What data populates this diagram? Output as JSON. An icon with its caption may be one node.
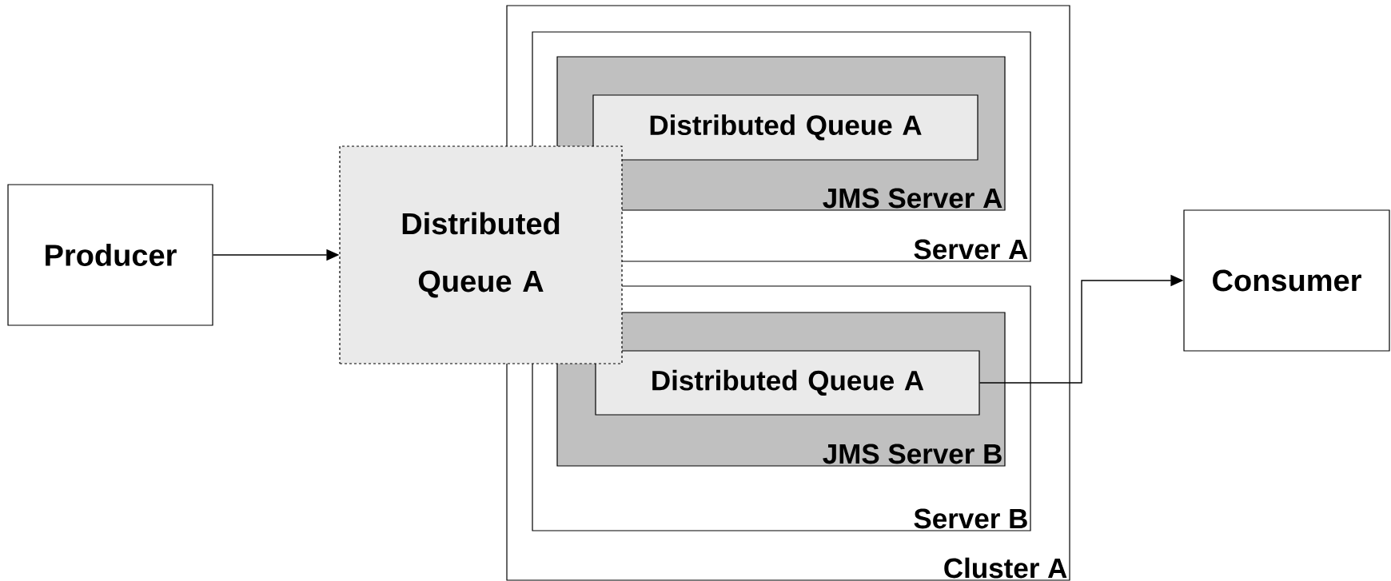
{
  "diagram": {
    "nodes": [
      {
        "text": [
          "Producer"
        ]
      },
      {
        "text": [
          "Cluster A"
        ]
      },
      {
        "text": [
          "Server A"
        ],
        "in": 1
      },
      {
        "text": [
          "JMS Server A"
        ],
        "in": 2
      },
      {
        "text": [
          "Distributed Queue A"
        ],
        "in": 3
      },
      {
        "text": [
          "Server B"
        ],
        "in": 1
      },
      {
        "text": [
          "JMS Server B"
        ],
        "in": 5
      },
      {
        "text": [
          "Distributed Queue A"
        ],
        "in": 6
      },
      {
        "text": [
          "Distributed Queue A"
        ]
      },
      {
        "text": [
          "Consumer"
        ]
      }
    ],
    "edges": [
      {
        "from": 0,
        "to": 8,
        "arrow": "to"
      },
      {
        "from": 7,
        "to": 9,
        "arrow": "to"
      }
    ]
  }
}
